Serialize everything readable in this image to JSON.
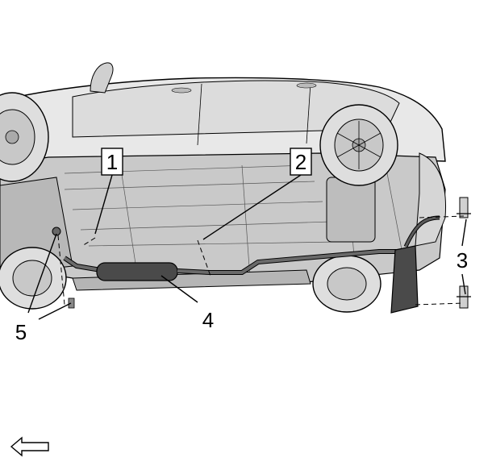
{
  "callouts": {
    "c1": "1",
    "c2": "2",
    "c3": "3",
    "c4": "4",
    "c5": "5"
  },
  "icons": {
    "direction": "left-arrow-icon"
  },
  "colors": {
    "line": "#000000",
    "body_light": "#e6e6e6",
    "body_mid": "#bdbdbd",
    "body_dark": "#8a8a8a",
    "exhaust": "#4a4a4a",
    "tire": "#d9d9d9"
  }
}
